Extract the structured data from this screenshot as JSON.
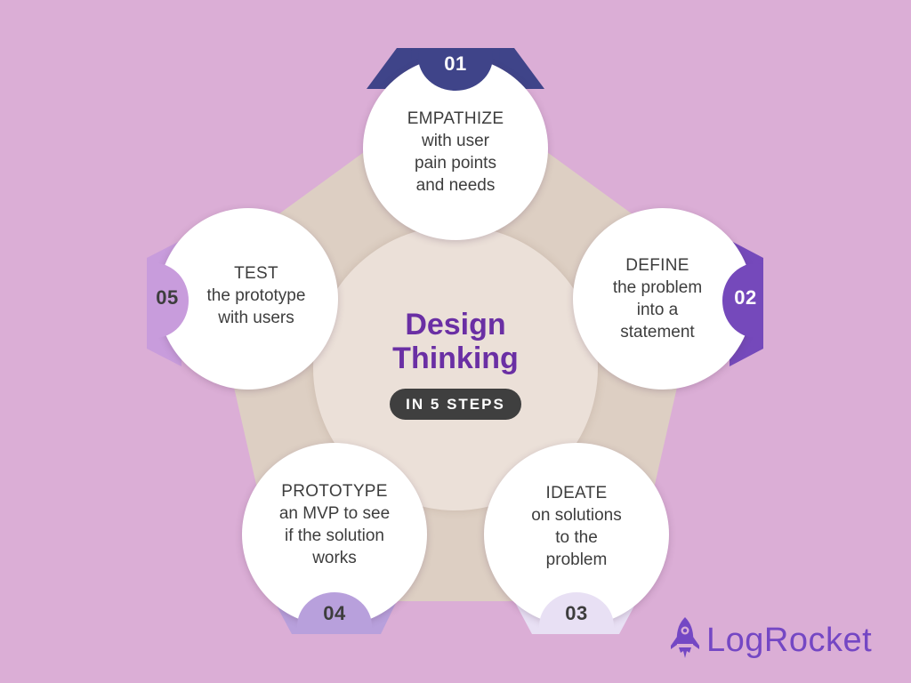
{
  "colors": {
    "background": "#dbaed6",
    "pentagon": "#ddcfc3",
    "center_circle": "#ebe0d8",
    "title": "#6a2fa4",
    "pill": "#3f3f3f",
    "step_text": "#3d3d3d",
    "logo": "#7447c4"
  },
  "center": {
    "title_line1": "Design",
    "title_line2": "Thinking",
    "subtitle": "IN 5 STEPS"
  },
  "steps": [
    {
      "number": "01",
      "title": "EMPATHIZE",
      "desc": "with user\npain points\nand needs",
      "tab_color": "#3f4489",
      "number_color": "#ffffff",
      "tab_position": "top"
    },
    {
      "number": "02",
      "title": "DEFINE",
      "desc": "the problem\ninto a\nstatement",
      "tab_color": "#7549bb",
      "number_color": "#ffffff",
      "tab_position": "right"
    },
    {
      "number": "03",
      "title": "IDEATE",
      "desc": "on solutions\nto the\nproblem",
      "tab_color": "#e8e0f4",
      "number_color": "#3d3d3d",
      "tab_position": "bottom"
    },
    {
      "number": "04",
      "title": "PROTOTYPE",
      "desc": "an MVP to see\nif the solution\nworks",
      "tab_color": "#b8a0dc",
      "number_color": "#3d3d3d",
      "tab_position": "bottom"
    },
    {
      "number": "05",
      "title": "TEST",
      "desc": "the prototype\nwith users",
      "tab_color": "#c89cdc",
      "number_color": "#3d3d3d",
      "tab_position": "left"
    }
  ],
  "logo": {
    "icon": "rocket-icon",
    "text": "LogRocket"
  }
}
